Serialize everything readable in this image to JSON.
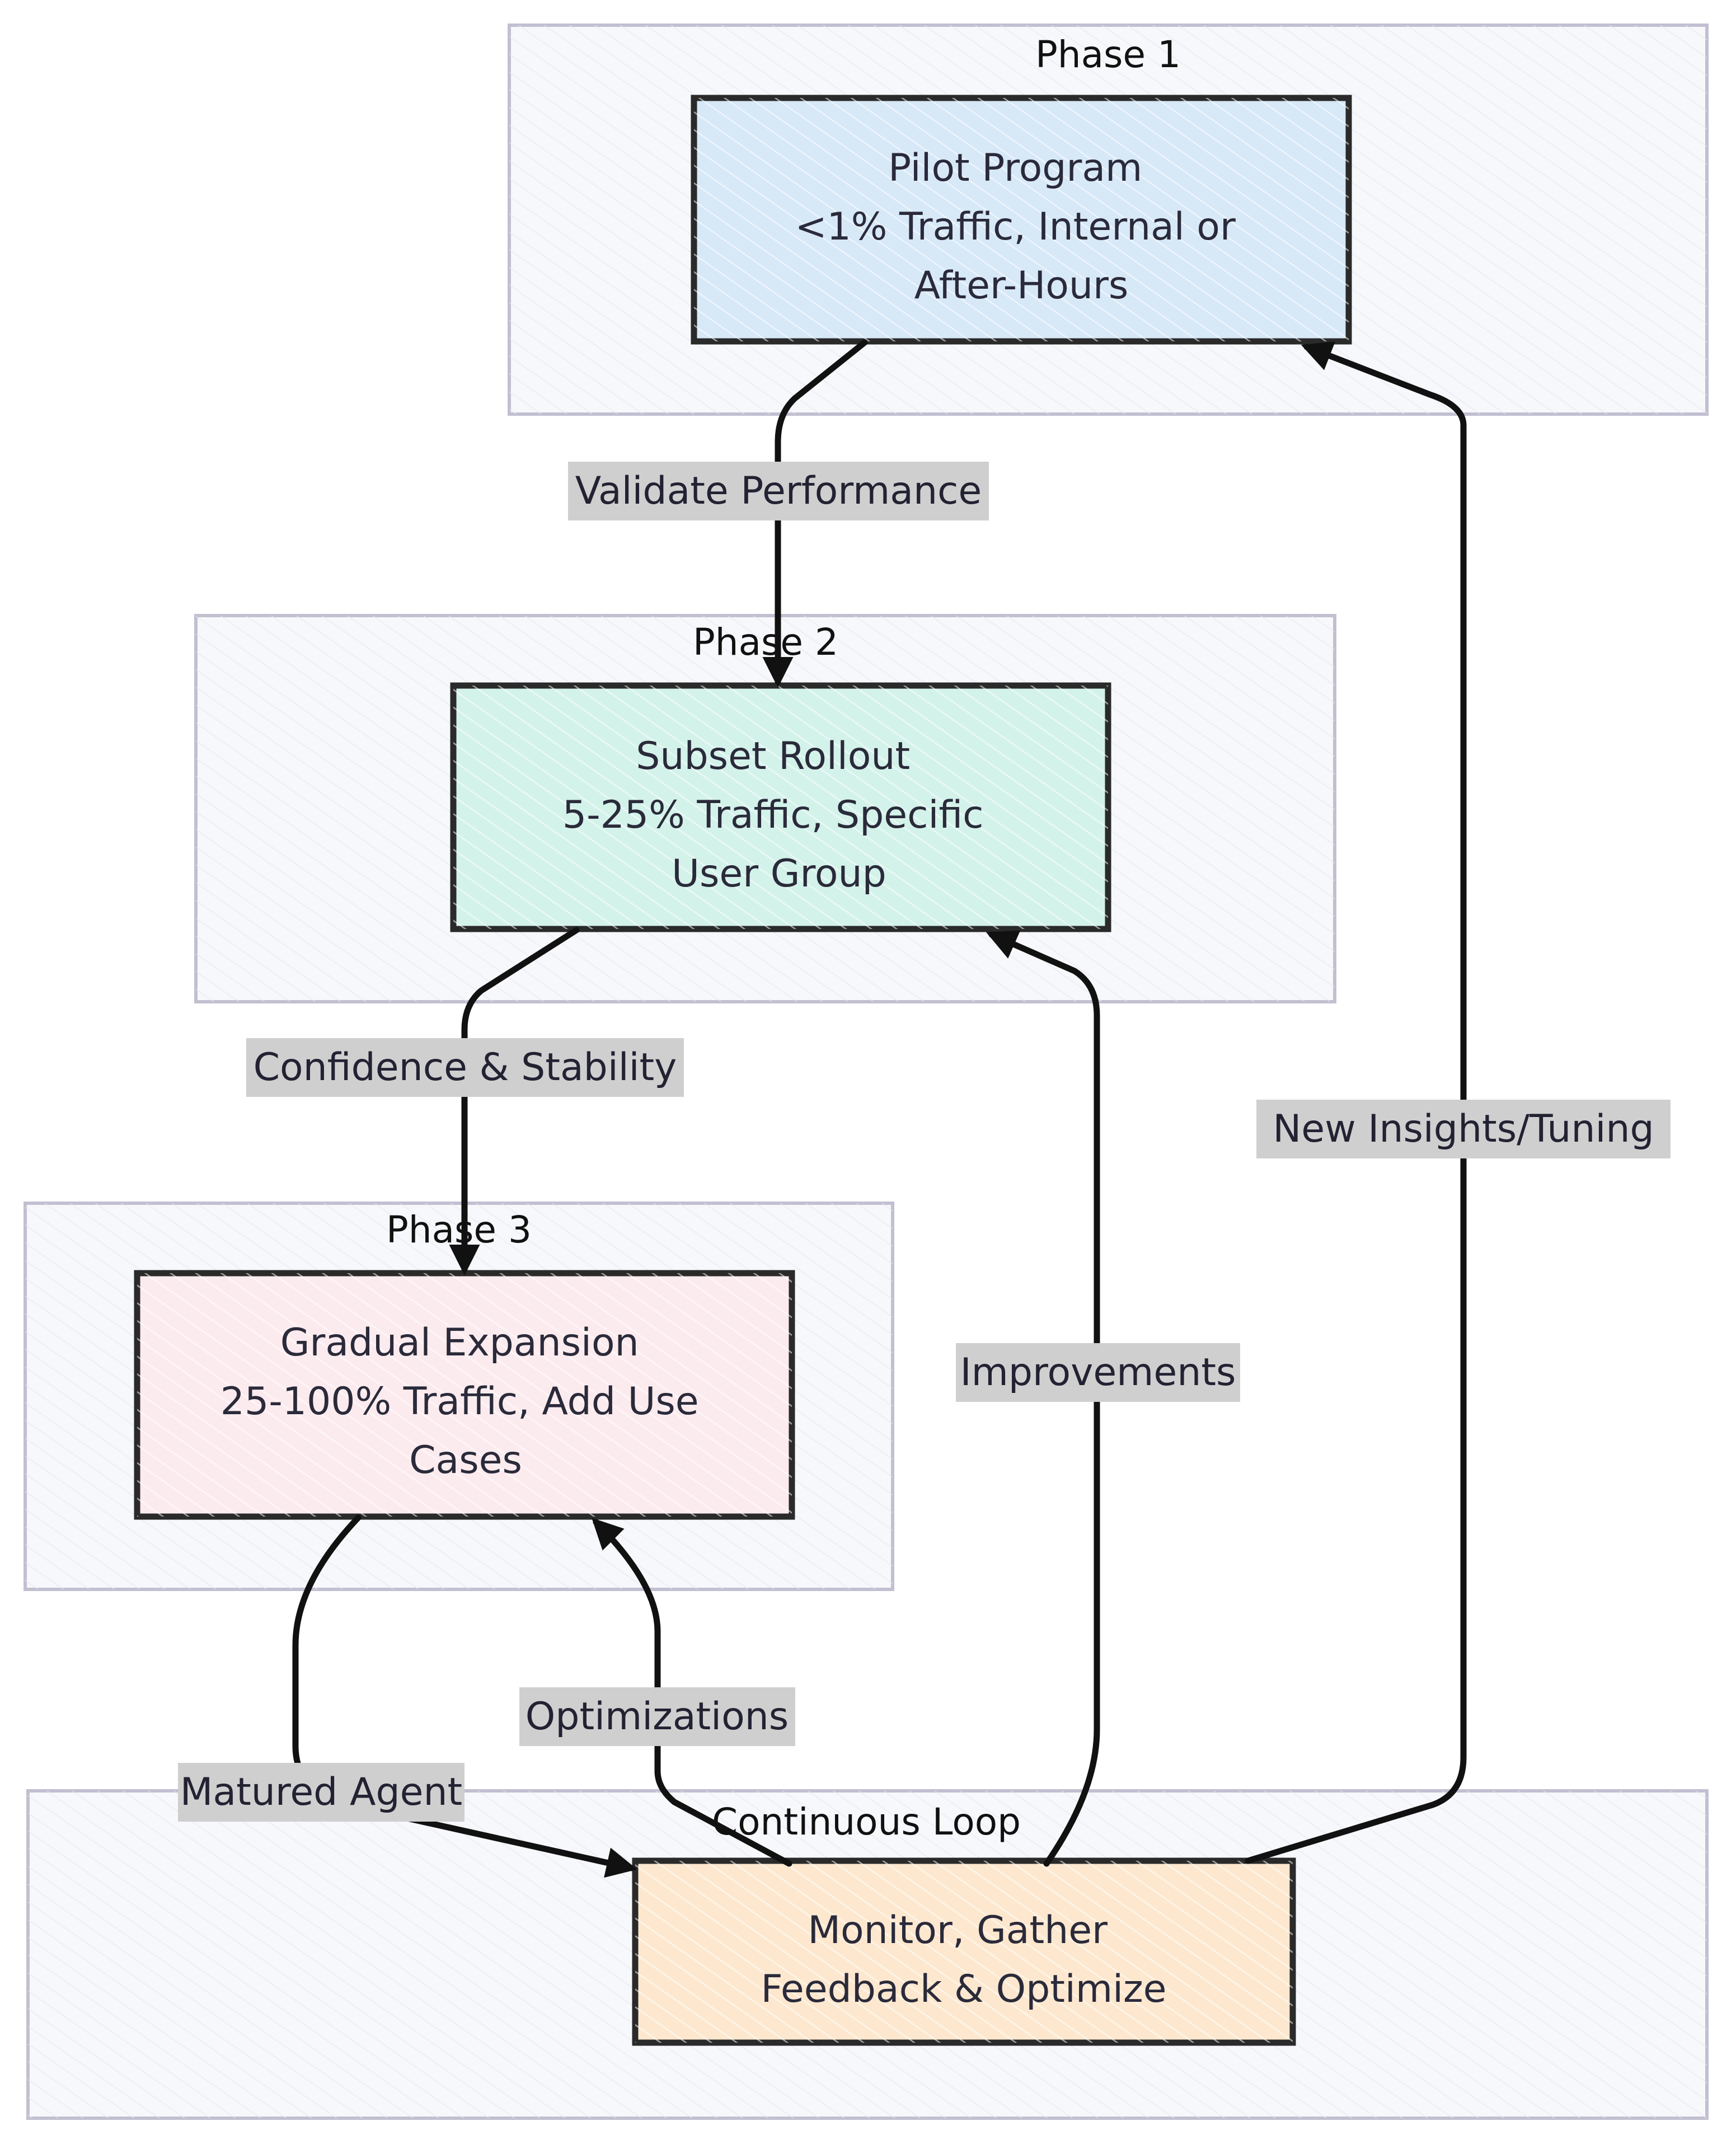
{
  "colors": {
    "cluster_fill": "#f7f8fb",
    "cluster_stroke": "#c2bfd1",
    "node_stroke": "#2a2a2a",
    "edge_stroke": "#111111",
    "label_bg": "#cfcfcf",
    "pilot_fill": "#d7e8f7",
    "subset_fill": "#d3f2ea",
    "gradual_fill": "#fcebee",
    "monitor_fill": "#fde8cf"
  },
  "clusters": {
    "phase1": {
      "title": "Phase 1"
    },
    "phase2": {
      "title": "Phase 2"
    },
    "phase3": {
      "title": "Phase 3"
    },
    "loop": {
      "title": "Continuous Loop"
    }
  },
  "nodes": {
    "pilot": {
      "lines": [
        "Pilot Program",
        "<1% Traffic, Internal or",
        "After-Hours"
      ]
    },
    "subset": {
      "lines": [
        "Subset Rollout",
        "5-25% Traffic, Specific",
        "User Group"
      ]
    },
    "gradual": {
      "lines": [
        "Gradual Expansion",
        "25-100% Traffic, Add Use",
        "Cases"
      ]
    },
    "monitor": {
      "lines": [
        "Monitor, Gather",
        "Feedback & Optimize"
      ]
    }
  },
  "edges": {
    "validate": {
      "label": "Validate Performance"
    },
    "confidence": {
      "label": "Confidence & Stability"
    },
    "matured": {
      "label": "Matured Agent"
    },
    "optimizations": {
      "label": "Optimizations"
    },
    "improvements": {
      "label": "Improvements"
    },
    "insights": {
      "label": "New Insights/Tuning"
    }
  }
}
